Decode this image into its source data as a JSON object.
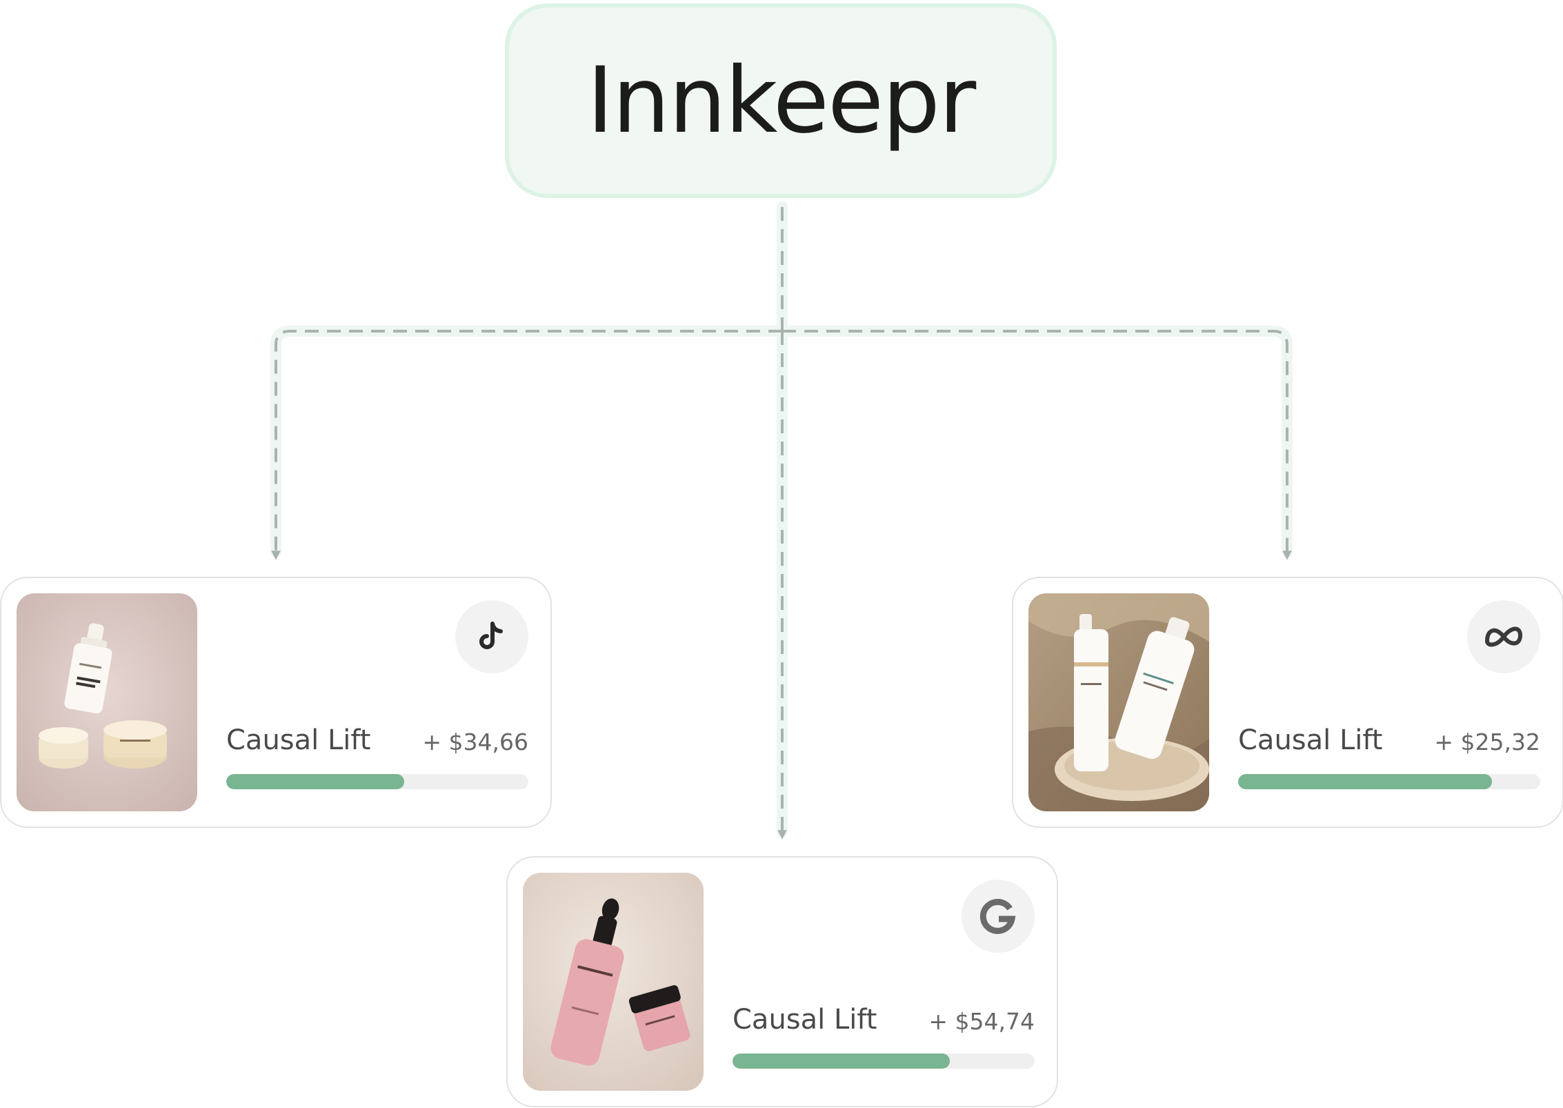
{
  "header": {
    "title": "Innkeepr"
  },
  "colors": {
    "accent_green": "#79b590",
    "brand_box_fill": "#f1f7f3",
    "brand_box_border": "#dcf3e6",
    "connector": "#a9b3ae"
  },
  "cards": [
    {
      "platform_icon": "tiktok-icon",
      "product_image": "rosental-serum-and-creams-photo",
      "label": "Causal Lift",
      "value": "+ $34,66",
      "progress": 0.59
    },
    {
      "platform_icon": "meta-icon",
      "product_image": "rosental-lotion-and-foam-photo",
      "label": "Causal Lift",
      "value": "+ $25,32",
      "progress": 0.84
    },
    {
      "platform_icon": "google-icon",
      "product_image": "rosental-pink-serum-photo",
      "label": "Causal Lift",
      "value": "+ $54,74",
      "progress": 0.72
    }
  ]
}
